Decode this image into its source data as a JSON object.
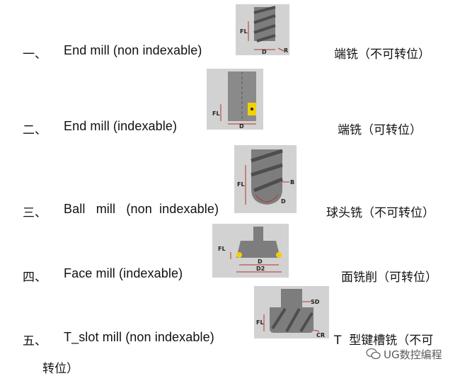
{
  "rows": [
    {
      "num": "一、",
      "en": "End mill (non indexable)",
      "cn": "端铣（不可转位）",
      "fig": {
        "dims": [
          "FL",
          "D",
          "R"
        ]
      }
    },
    {
      "num": "二、",
      "en": "End mill (indexable)",
      "cn": "端铣（可转位）",
      "fig": {
        "dims": [
          "FL",
          "D"
        ]
      }
    },
    {
      "num": "三、",
      "en": "Ball   mill   (non  indexable)",
      "cn": "球头铣（不可转位）",
      "fig": {
        "dims": [
          "FL",
          "B",
          "D"
        ]
      }
    },
    {
      "num": "四、",
      "en": "Face mill (indexable)",
      "cn": "面铣削（可转位）",
      "fig": {
        "dims": [
          "FL",
          "D",
          "D2"
        ]
      }
    },
    {
      "num": "五、",
      "en": "T_slot mill (non indexable)",
      "cn": "T  型键槽铣（不可",
      "cn_cont": "转位）",
      "fig": {
        "dims": [
          "SD",
          "FL",
          "CR"
        ]
      }
    }
  ],
  "watermark": {
    "text": "UG数控编程",
    "icon": "wechat-icon"
  },
  "colors": {
    "fig_bg": "#cfcfcf",
    "tool": "#7d7d7d",
    "tool_dark": "#555555",
    "dim_red": "#b5332a",
    "insert": "#f1d100"
  }
}
